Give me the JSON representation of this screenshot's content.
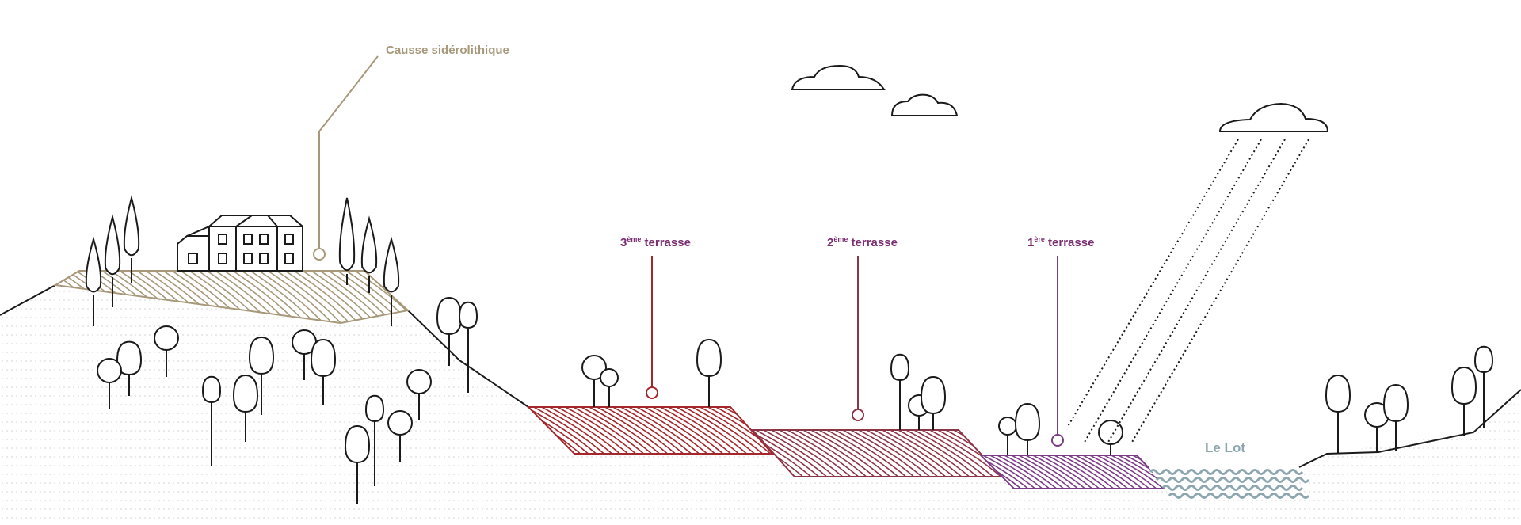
{
  "labels": {
    "causse": "Causse sidérolithique",
    "terrace3": {
      "num": "3",
      "sup": "ème",
      "word": " terrasse"
    },
    "terrace2": {
      "num": "2",
      "sup": "ème",
      "word": " terrasse"
    },
    "terrace1": {
      "num": "1",
      "sup": "ère",
      "word": " terrasse"
    },
    "river": "Le Lot"
  },
  "colors": {
    "ink": "#1a1a1a",
    "causse": "#a8987a",
    "terrace3": "#a3272b",
    "terrace2": "#8e3447",
    "terrace1": "#7b3c86",
    "river": "#8ea7ae",
    "dots": "#b0b0b0"
  }
}
